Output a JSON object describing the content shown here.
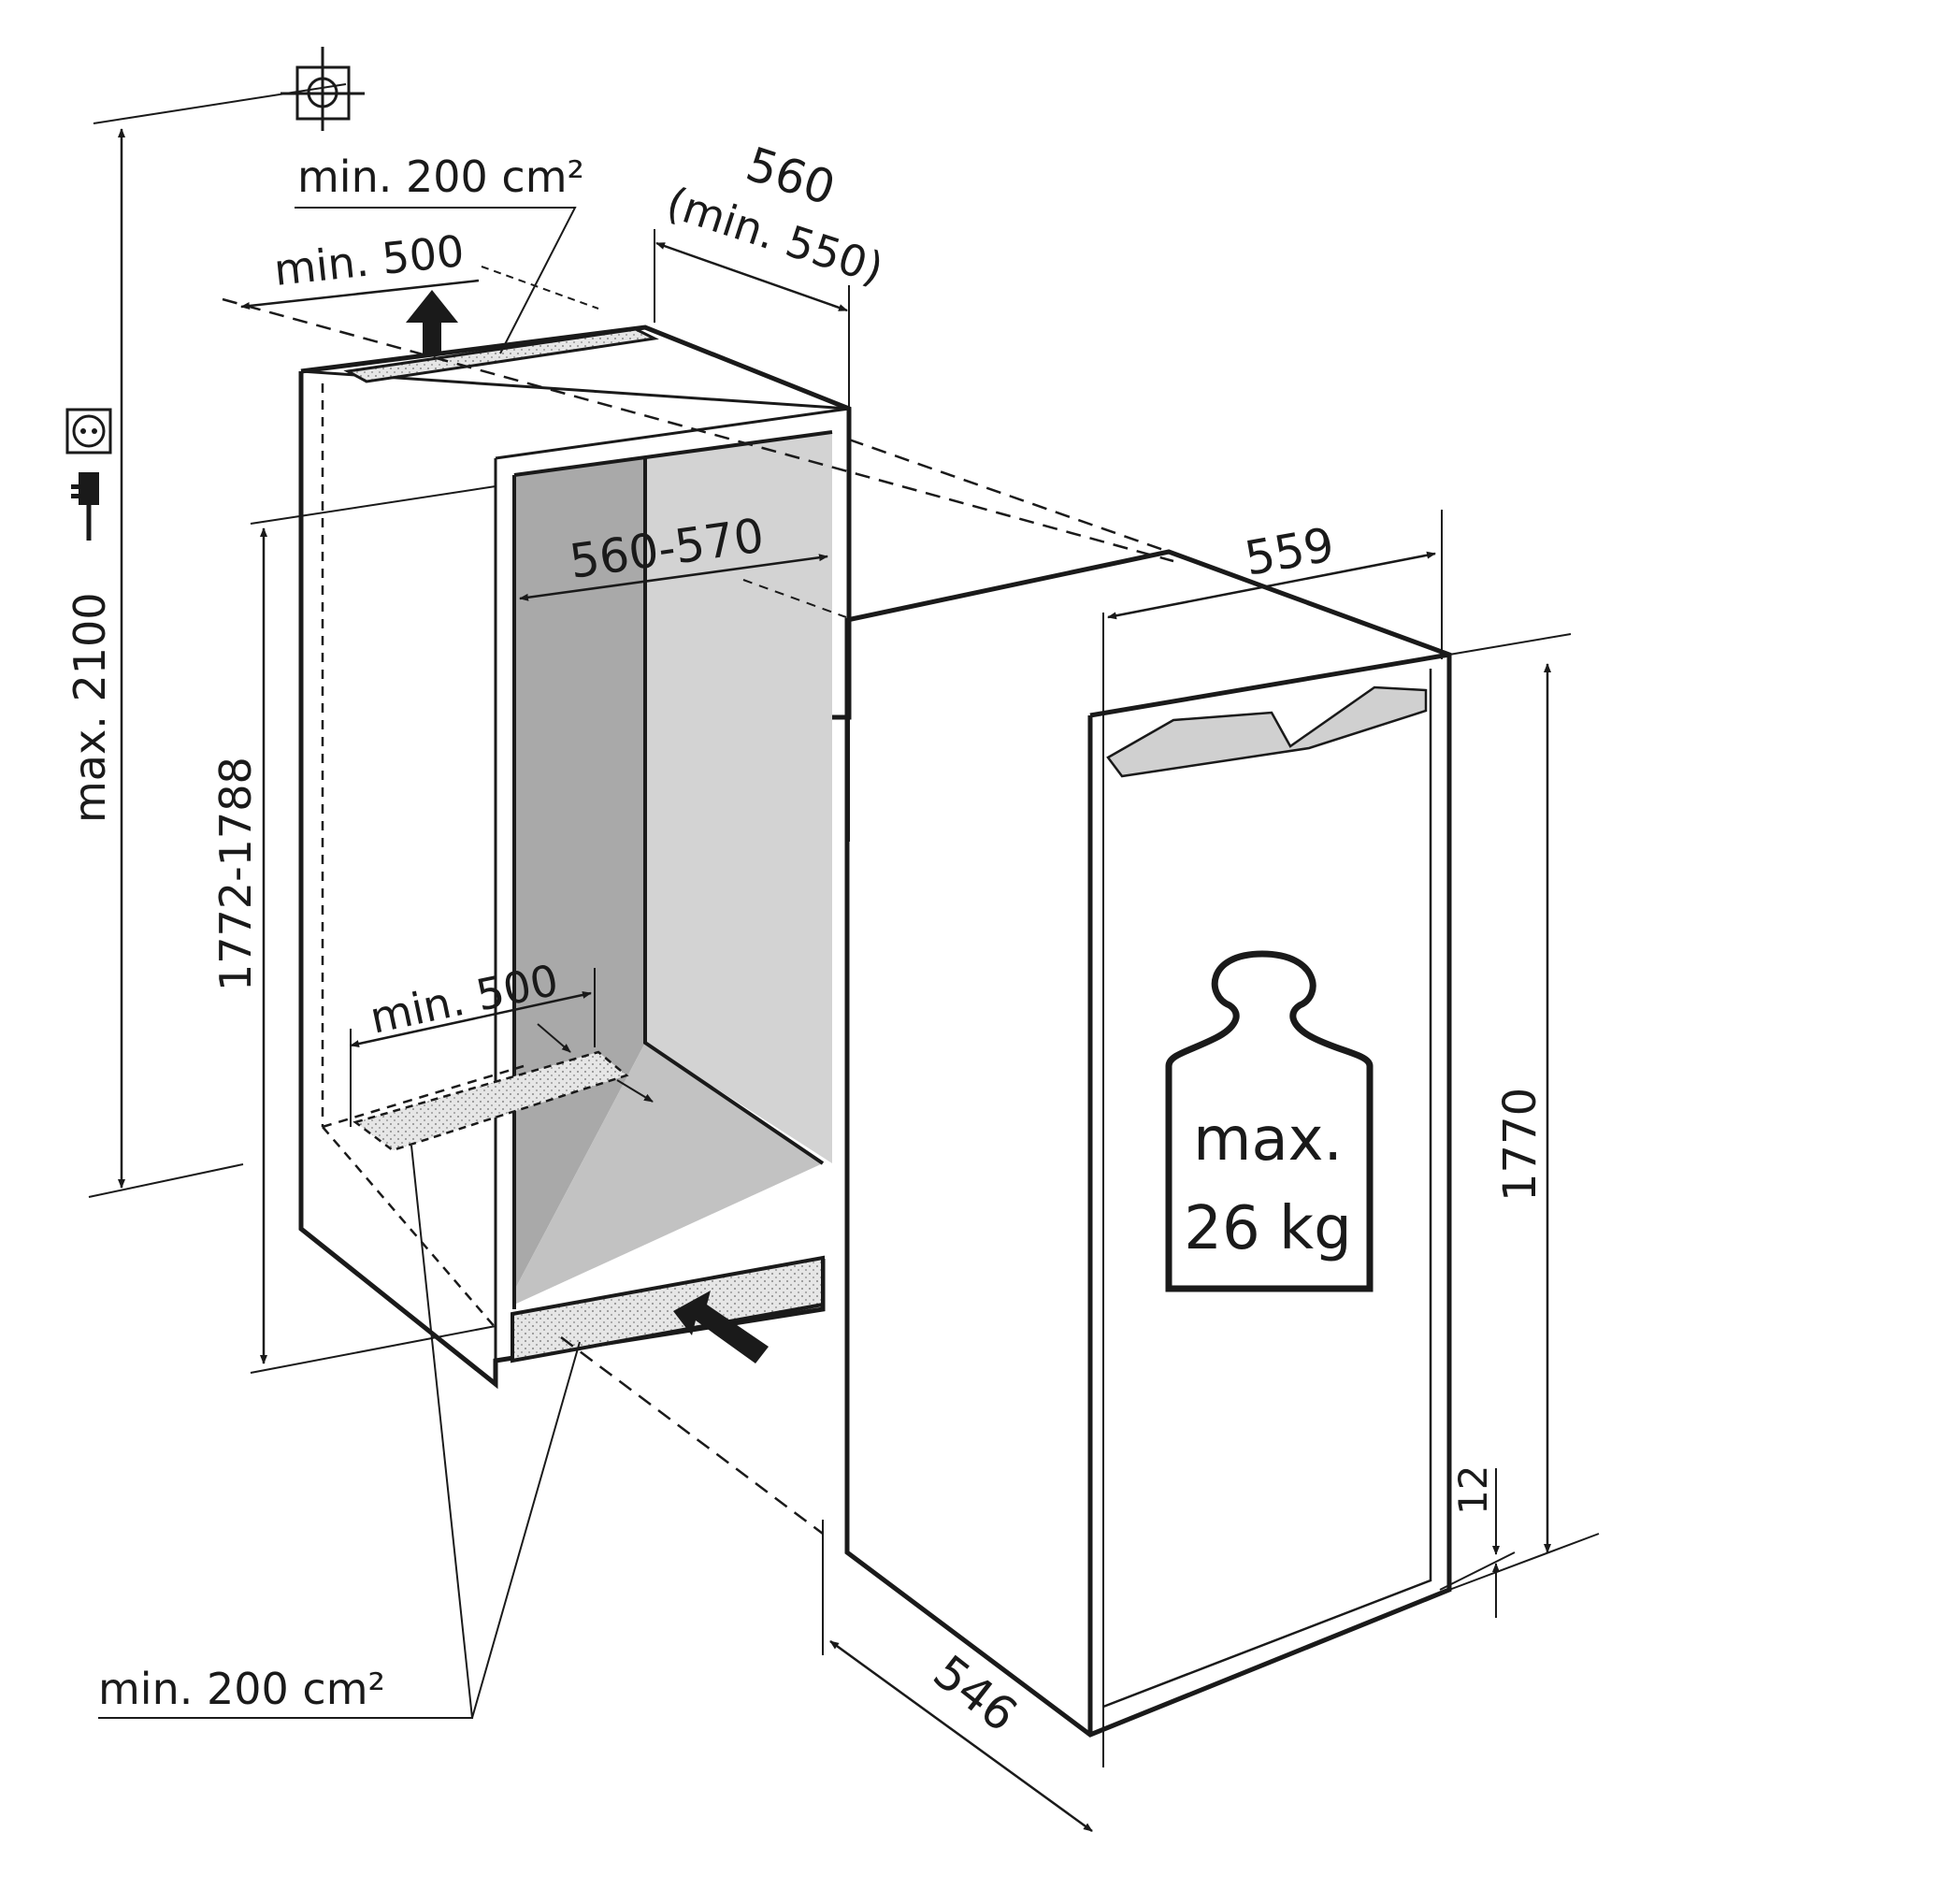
{
  "labels": {
    "top_vent_area": "min. 200 cm²",
    "top_clearance": "min. 500",
    "depth": "560",
    "depth_min": "(min. 550)",
    "max_height": "max. 2100",
    "niche_width": "560-570",
    "niche_height": "1772-1788",
    "bottom_clearance": "min. 500",
    "bottom_vent_area": "min. 200 cm²",
    "appliance_width": "559",
    "appliance_height": "1770",
    "appliance_depth": "546",
    "offset": "12",
    "weight_line1": "max.",
    "weight_line2": "26 kg"
  },
  "icons": [
    "grounding-symbol-icon",
    "socket-icon",
    "plug-icon",
    "weight-icon",
    "airflow-arrow-icon"
  ],
  "colors": {
    "line": "#1a1a1a",
    "niche_dark": "#a9a9a9",
    "niche_light": "#d3d3d3",
    "vent": "#e2e2e2"
  }
}
